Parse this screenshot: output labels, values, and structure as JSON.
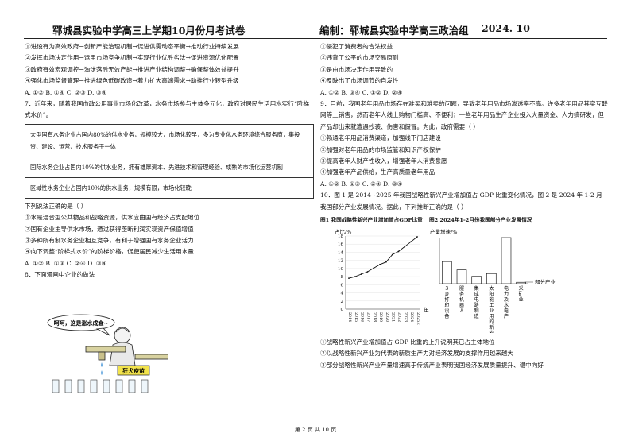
{
  "header": {
    "school_exam": "郓城县实验中学高三上学期10月份月考试卷",
    "editor": "编制：郓城县实验中学高三政治组",
    "date": "2024. 10"
  },
  "left": {
    "q6_opts": [
      "①进设有为高效政府→创新产能治理机制→促进供需动态平衡→推动行业持续发展",
      "②发挥市场决定作用→运用市场竞争机制→实现行业优胜劣汰→促进资源优化配置",
      "③政府有效宏观调控→淘汰落后无效产能→推进产业结构调整→确保整体效益提升",
      "④强化市场监督管理→推进绿色低碳改造→着力扩大高端需求→助推行业转型升级"
    ],
    "q6_choices": "A. ①②  B. ①④  C. ②③  D. ③④",
    "q7_stem": "7．近年来，随着我国市政公用事业市场化改革，水务市场参与主体多元化，政府对居民生活用水实行“阶梯式水价”。",
    "q7_table": [
      "大型国有水务企业占国内80%的供水业务，规模较大，市场化较早，多为专业化水务环境综合服务商，集投资、建设、运营、技术服务于一体",
      "国际水务企业占国内10%的供水业务，拥有雄厚资本、先进技术和管理经验、成熟的市场化运营机制",
      "区域性水务企业占国内10%的供水业务，规模有限，市场化较晚"
    ],
    "q7_prompt": "下列说法正确的是（    ）",
    "q7_opts": [
      "①水是混合型公共物品和战略资源，供水应由国有经济占支配地位",
      "②国有企业主导供水市场，通过获得垄断利润实现资产保值增值",
      "③多种所有制水务企业相互竞争，有利于增强国有水务企业活力",
      "④向下调整“阶梯式水价”的阶梯价格，促使居民减少生活用水量"
    ],
    "q7_choices": "A. ①②  B. ①③  C. ②④  D. ③④",
    "q8_stem": "8．下面漫画中企业的做法",
    "cartoon": {
      "speech": "呵呵，这是涨水成金~",
      "sign": "狂犬疫苗"
    }
  },
  "right": {
    "q8_opts": [
      "①侵犯了消费者的合法权益",
      "②违背了公平的市场交易原则",
      "③是由市场决定作用导致的",
      "④反映出了市场调节的自发性"
    ],
    "q8_choices": "A. ①②  B. ③④  C. ①②  D. ②④",
    "q9_stem": "9．目前，我国老年用品市场存在难买和难卖的问题，导致老年用品市场渗透率不高。许多老年用品其实互联网等上销售，然而老年人线上购物门槛高、不便利；一些老年用品生产企业投入大量资金、人力搞研发，但产品却出来就遭遇抄袭、伤害和假冒。为此，政府需要（    ）",
    "q9_opts": [
      "①畅通老年用品消费渠道，加强线下门店建设",
      "②加强对老年用品的市场监管和知识产权保护",
      "③提高老年人财产性收入，增强老年人消费意愿",
      "④加强老年产品供给，生产高质量老年用品"
    ],
    "q9_choices": "A. ①②  B. ①③  C. ②④  D. ③④",
    "q10_stem": "10．图 1 是 2014~2025 年我国战略性新兴产业增加值占 GDP 比重变化情况，图 2 是 2024 年 1-2 月我国部分产业发展情况。据此，下列推断正确的是（    ）",
    "fig1_title": "图1    我国战略性新兴产业增加值占GDP比重",
    "fig2_title": "图2    2024年1-2月份我国部分产业发展情况",
    "q10_opts": [
      "①战略性新兴产业增加值占 GDP 比重的上升说明其已占主体地位",
      "②以战略性新兴产业为代表的新质生产力对经济发展的支撑作用越来越大",
      "③部分战略性新兴产业产量增速高于传统产业表明我国经济发展质量提升、稳中向好"
    ]
  },
  "chart_data": [
    {
      "type": "line",
      "title": "图1    我国战略性新兴产业增加值占GDP比重",
      "ylabel": "占比/%",
      "xlabel": "年",
      "x": [
        "2014",
        "2015",
        "2016",
        "2017",
        "2018",
        "2019",
        "2020",
        "2021",
        "2022",
        "2023",
        "2024",
        "2025E"
      ],
      "values": [
        7.6,
        8.0,
        8.6,
        9.2,
        10.1,
        11.0,
        11.6,
        13.4,
        14.2,
        15.4,
        16.6,
        17.8
      ],
      "ylim": [
        0,
        18
      ],
      "yticks": [
        0,
        2,
        4,
        6,
        8,
        10,
        12,
        14,
        16,
        18
      ]
    },
    {
      "type": "bar",
      "title": "图2    2024年1-2月份我国部分产业发展情况",
      "ylabel": "产量增速/%",
      "categories": [
        "3D打印设备",
        "服务机器人",
        "集成电路制造",
        "太阳能工业用的新能源",
        "电力及水电产",
        "采矿业"
      ],
      "values": [
        48,
        30,
        16,
        22,
        100,
        3
      ],
      "annotation": "部分产业"
    }
  ],
  "footer": {
    "page_num": "第 2 页  共 10 页"
  }
}
